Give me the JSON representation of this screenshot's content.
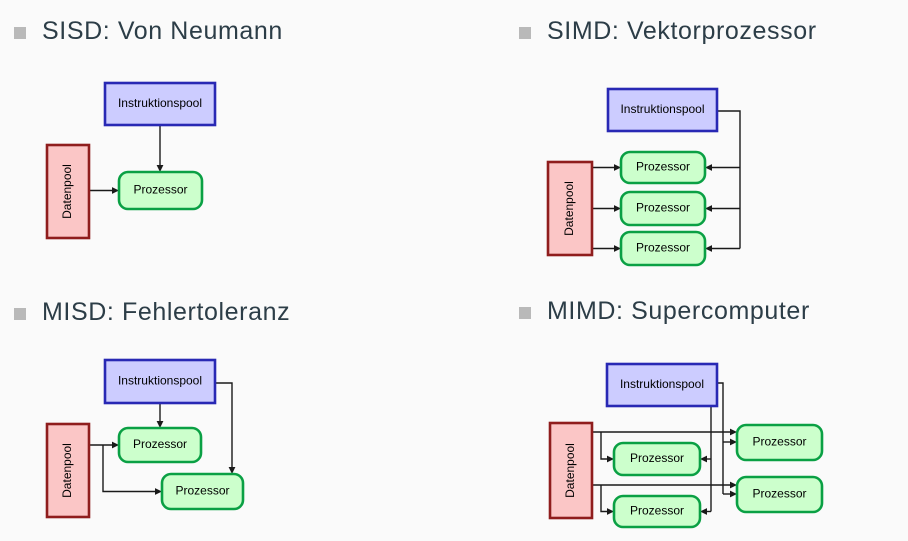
{
  "colors": {
    "page_bg": "#fafafa",
    "heading": "#2c3d47",
    "bullet": "#b9b9b9",
    "instr_fill": "#ccccff",
    "instr_border": "#2828b4",
    "data_fill": "#fbc6c6",
    "data_border": "#8f1d1d",
    "proc_fill": "#ccffcc",
    "proc_border": "#0aa044",
    "arrow": "#1a1a1a"
  },
  "labels": {
    "instruction_pool": "Instruktionspool",
    "data_pool": "Datenpool",
    "processor": "Prozessor"
  },
  "sections": [
    {
      "id": "sisd",
      "title": "SISD: Von Neumann",
      "processor_count": 1
    },
    {
      "id": "simd",
      "title": "SIMD: Vektorprozessor",
      "processor_count": 3
    },
    {
      "id": "misd",
      "title": "MISD: Fehlertoleranz",
      "processor_count": 2
    },
    {
      "id": "mimd",
      "title": "MIMD: Supercomputer",
      "processor_count": 4
    }
  ]
}
